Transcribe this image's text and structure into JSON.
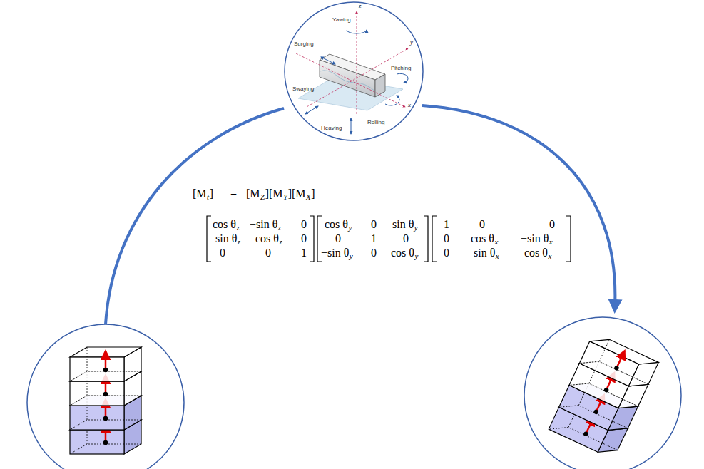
{
  "diagram": {
    "labels": [
      "z",
      "Yawing",
      "Surging",
      "Pitching",
      "y",
      "Swaying",
      "Rolling",
      "x",
      "Heaving",
      "[M",
      "t",
      "]",
      "=",
      "[M",
      "Z",
      "][M",
      "Y",
      "][M",
      "X",
      "]",
      "=",
      "cos θ",
      "z",
      "−sin θ",
      "z",
      "0",
      "sin θ",
      "z",
      "cos θ",
      "z",
      "0",
      "0",
      "0",
      "1",
      "cos θ",
      "y",
      "0",
      "sin θ",
      "y",
      "0",
      "1",
      "0",
      "−sin θ",
      "y",
      "0",
      "cos θ",
      "y",
      "1",
      "0",
      "0",
      "0",
      "cos θ",
      "x",
      "−sin θ",
      "x",
      "0",
      "sin θ",
      "x",
      "cos θ",
      "x"
    ]
  }
}
